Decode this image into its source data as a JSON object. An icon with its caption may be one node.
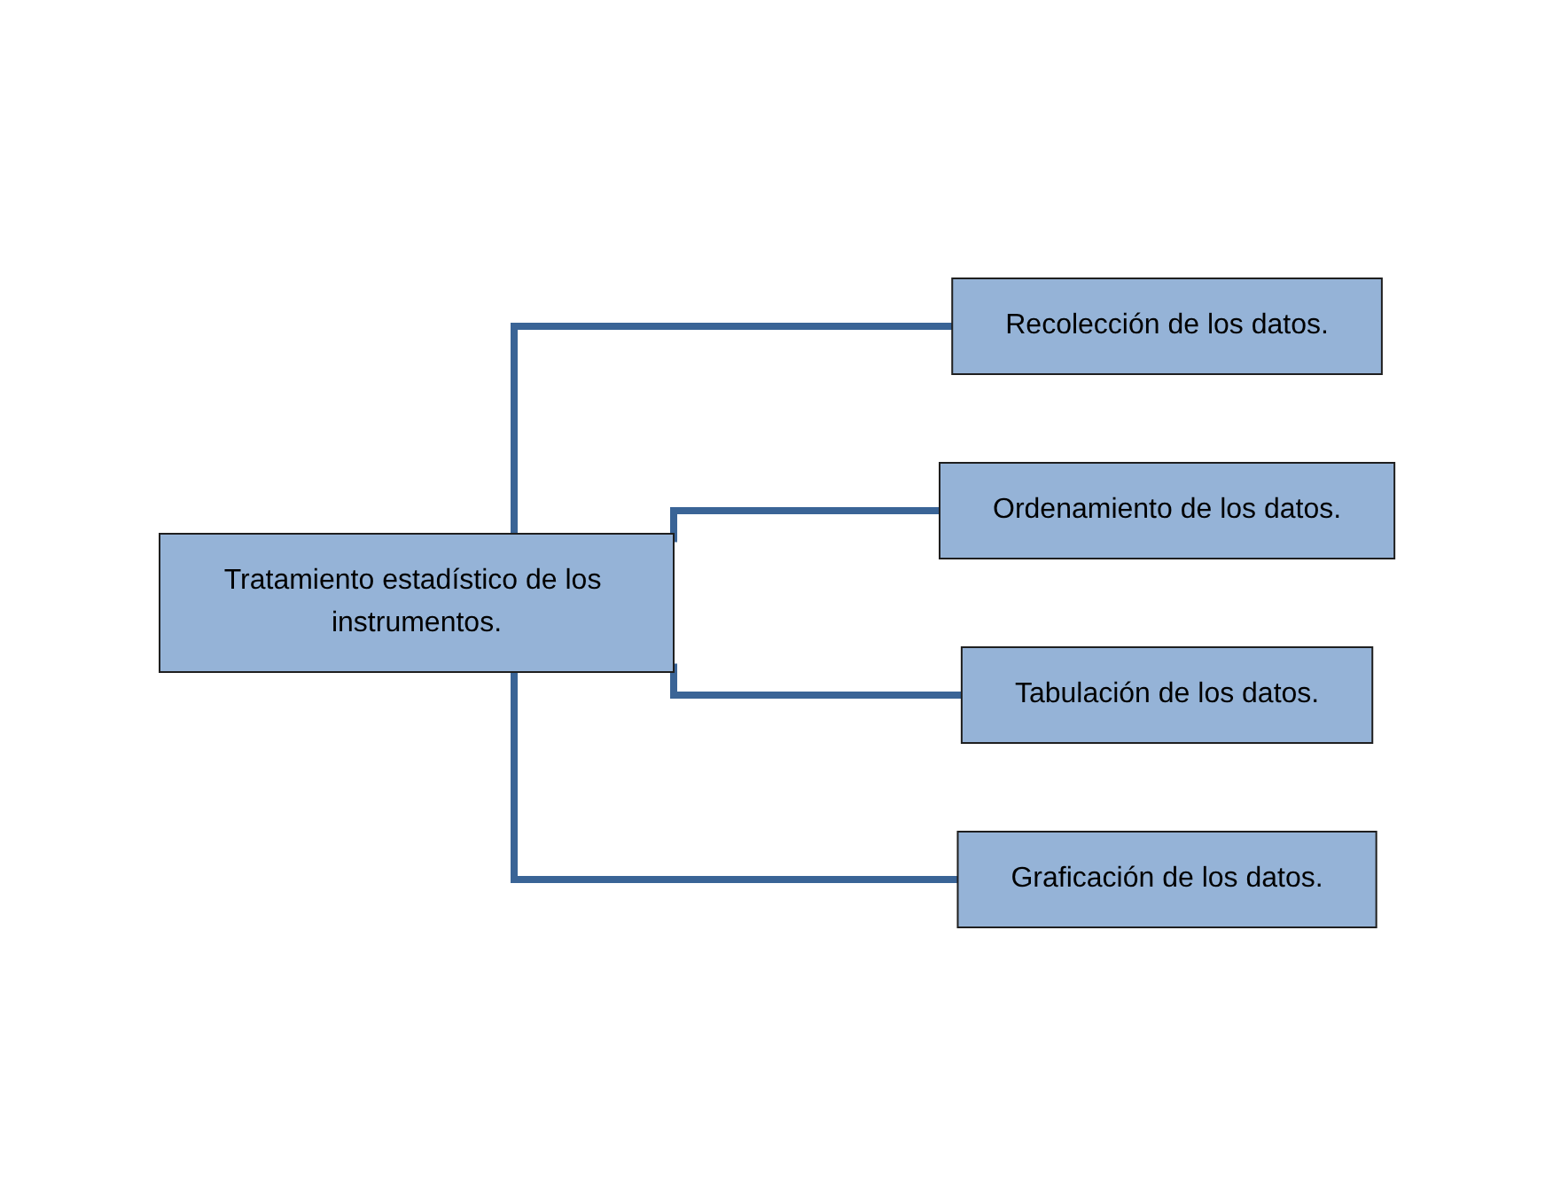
{
  "diagram": {
    "nodes": [
      {
        "text": [
          "Tratamiento estadístico de los instrumentos."
        ]
      },
      {
        "text": [
          "Recolección de los datos."
        ]
      },
      {
        "text": [
          "Ordenamiento de los datos."
        ]
      },
      {
        "text": [
          "Tabulación de los datos."
        ]
      },
      {
        "text": [
          "Graficación de los datos."
        ]
      }
    ],
    "edges": [
      {
        "from": 0,
        "to": 1,
        "arrow": "none"
      },
      {
        "from": 0,
        "to": 2,
        "arrow": "none"
      },
      {
        "from": 0,
        "to": 3,
        "arrow": "none"
      },
      {
        "from": 0,
        "to": 4,
        "arrow": "none"
      }
    ]
  }
}
